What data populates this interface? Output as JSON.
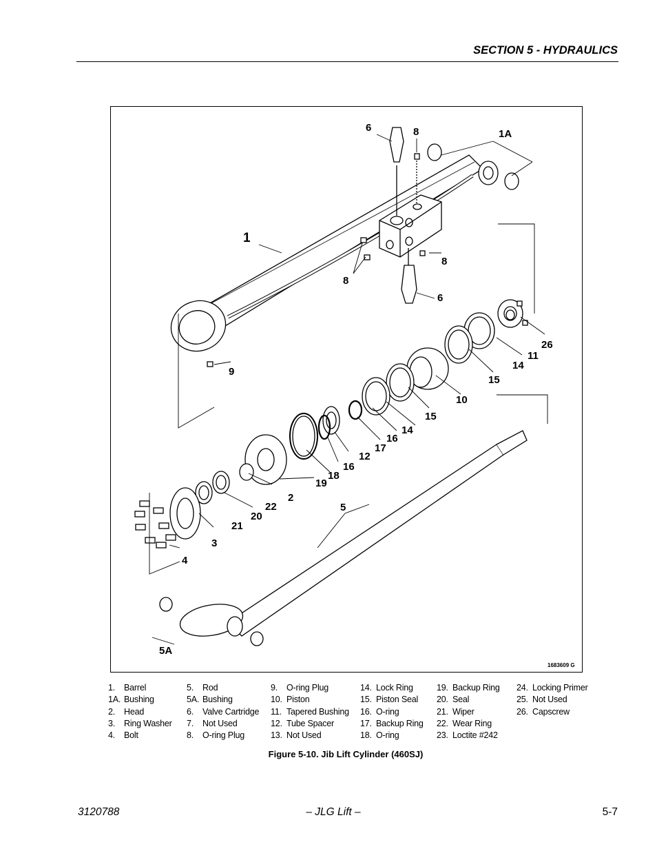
{
  "header": {
    "section_title": "SECTION 5 - HYDRAULICS"
  },
  "figure": {
    "drawing_number": "1683609 G",
    "callouts": [
      "6",
      "8",
      "1A",
      "1",
      "8",
      "8",
      "6",
      "26",
      "11",
      "14",
      "15",
      "10",
      "9",
      "15",
      "14",
      "16",
      "17",
      "12",
      "16",
      "18",
      "19",
      "2",
      "22",
      "20",
      "21",
      "5",
      "3",
      "4",
      "5A"
    ],
    "caption": "Figure 5-10.  Jib Lift Cylinder (460SJ)"
  },
  "legend": [
    [
      {
        "num": "1.",
        "label": "Barrel"
      },
      {
        "num": "1A.",
        "label": "Bushing"
      },
      {
        "num": "2.",
        "label": "Head"
      },
      {
        "num": "3.",
        "label": "Ring Washer"
      },
      {
        "num": "4.",
        "label": "Bolt"
      }
    ],
    [
      {
        "num": "5.",
        "label": "Rod"
      },
      {
        "num": "5A.",
        "label": "Bushing"
      },
      {
        "num": "6.",
        "label": "Valve Cartridge"
      },
      {
        "num": "7.",
        "label": "Not Used"
      },
      {
        "num": "8.",
        "label": "O-ring Plug"
      }
    ],
    [
      {
        "num": "9.",
        "label": "O-ring Plug"
      },
      {
        "num": "10.",
        "label": "Piston"
      },
      {
        "num": "11.",
        "label": "Tapered Bushing"
      },
      {
        "num": "12.",
        "label": "Tube Spacer"
      },
      {
        "num": "13.",
        "label": "Not Used"
      }
    ],
    [
      {
        "num": "14.",
        "label": "Lock Ring"
      },
      {
        "num": "15.",
        "label": "Piston Seal"
      },
      {
        "num": "16.",
        "label": "O-ring"
      },
      {
        "num": "17.",
        "label": "Backup Ring"
      },
      {
        "num": "18.",
        "label": "O-ring"
      }
    ],
    [
      {
        "num": "19.",
        "label": "Backup Ring"
      },
      {
        "num": "20.",
        "label": "Seal"
      },
      {
        "num": "21.",
        "label": "Wiper"
      },
      {
        "num": "22.",
        "label": "Wear Ring"
      },
      {
        "num": "23.",
        "label": "Loctite #242"
      }
    ],
    [
      {
        "num": "24.",
        "label": "Locking Primer"
      },
      {
        "num": "25.",
        "label": "Not Used"
      },
      {
        "num": "26.",
        "label": "Capscrew"
      }
    ]
  ],
  "footer": {
    "doc_number": "3120788",
    "publisher": "– JLG Lift –",
    "page_number": "5-7"
  }
}
